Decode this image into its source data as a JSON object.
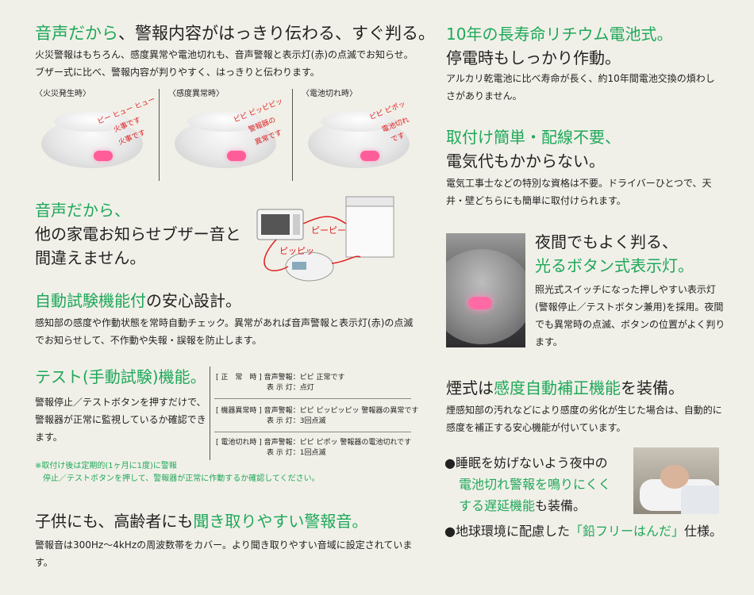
{
  "s1": {
    "title_a": "音声だから",
    "title_b": "、警報内容がはっきり伝わる、すぐ判る。",
    "body": "火災警報はもちろん、感度異常や電池切れも、音声警報と表示灯(赤)の点滅でお知らせ。ブザー式に比べ、警報内容が判りやすく、はっきりと伝わります。",
    "labels": [
      "〈火災発生時〉",
      "〈感度異常時〉",
      "〈電池切れ時〉"
    ],
    "bubbles": [
      [
        "ピー ヒュー ヒュー",
        "火事です",
        "火事です"
      ],
      [
        "ピピ ピッピピッ",
        "警報器の",
        "異常です"
      ],
      [
        "ピピ ピポッ",
        "電池切れ",
        "です"
      ]
    ]
  },
  "s2": {
    "title_a": "音声だから、",
    "title_b": "他の家電お知らせブザー音と",
    "title_c": "間違えません。",
    "beep1": "ピーピー",
    "beep2": "ピッピッ"
  },
  "s3": {
    "title_a": "自動試験機能付",
    "title_b": "の安心設計。",
    "body": "感知部の感度や作動状態を常時自動チェック。異常があれば音声警報と表示灯(赤)の点滅でお知らせして、不作動や失報・誤報を防止します。"
  },
  "s4": {
    "title": "テスト(手動試験)機能。",
    "body": "警報停止／テストボタンを押すだけで、警報器が正常に監視しているか確認できます。",
    "rows": [
      {
        "label": "[ 正　常　時 ]",
        "voice": "音声警報：ピピ  正常です",
        "lamp": "表 示 灯：点灯"
      },
      {
        "label": "[ 機器異常時 ]",
        "voice": "音声警報：ピピ  ピッピッピッ  警報器の異常です",
        "lamp": "表 示 灯：3回点滅"
      },
      {
        "label": "[ 電池切れ時 ]",
        "voice": "音声警報：ピピ  ピポッ  警報器の電池切れです",
        "lamp": "表 示 灯：1回点滅"
      }
    ],
    "note1": "※取付け後は定期的(1ヶ月に1度)に警報",
    "note2": "停止／テストボタンを押して、警報器が正常に作動するか確認してください。"
  },
  "s5": {
    "title_a": "子供にも、高齢者にも",
    "title_b": "聞き取りやすい警報音。",
    "body": "警報音は300Hz～4kHzの周波数帯をカバー。より聞き取りやすい音域に設定されています。"
  },
  "r1": {
    "title_a": "10年の長寿命リチウム電池式。",
    "title_b": "停電時もしっかり作動。",
    "body": "アルカリ乾電池に比べ寿命が長く、約10年間電池交換の煩わしさがありません。"
  },
  "r2": {
    "title_a": "取付け簡単・配線不要、",
    "title_b": "電気代もかからない。",
    "body": "電気工事士などの特別な資格は不要。ドライバーひとつで、天井・壁どちらにも簡単に取付けられます。"
  },
  "r3": {
    "title_a": "夜間でもよく判る、",
    "title_b": "光るボタン式表示灯。",
    "body": "照光式スイッチになった押しやすい表示灯(警報停止／テストボタン兼用)を採用。夜間でも異常時の点滅、ボタンの位置がよく判ります。"
  },
  "r4": {
    "title_a": "煙式は",
    "title_b": "感度自動補正機能",
    "title_c": "を装備。",
    "body": "煙感知部の汚れなどにより感度の劣化が生じた場合は、自動的に感度を補正する安心機能が付いています。"
  },
  "b1": {
    "bullet": "●",
    "line1": "睡眠を妨げないよう夜中の",
    "line2": "電池切れ警報を鳴りにくく",
    "line3": "する遅延機能",
    "line3b": "も装備。"
  },
  "b2": {
    "bullet": "●",
    "text_a": "地球環境に配慮した",
    "text_b": "「鉛フリーはんだ」",
    "text_c": "仕様。"
  },
  "colors": {
    "accent": "#1ea85a",
    "alert": "#e02020",
    "led": "#ff5c9a",
    "background": "#f1f0e8"
  }
}
